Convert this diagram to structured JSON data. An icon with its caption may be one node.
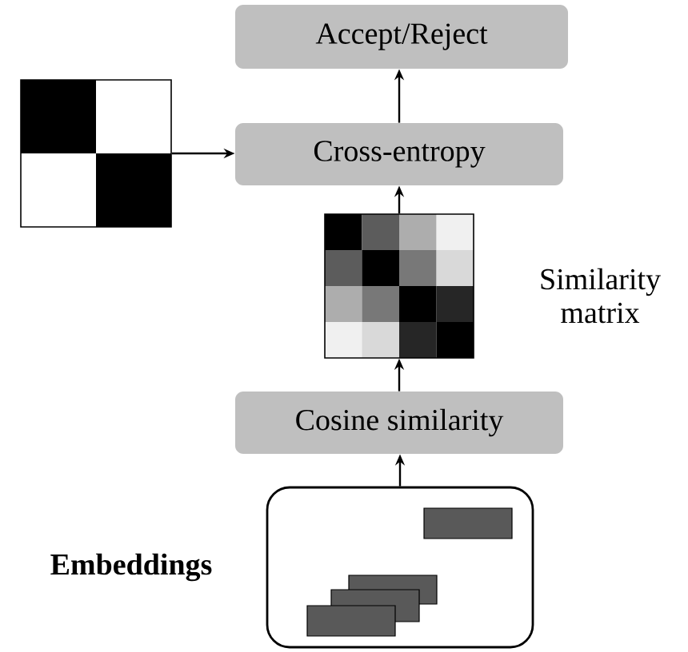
{
  "diagram": {
    "nodes": [
      {
        "text": [
          "Accept/Reject"
        ]
      },
      {
        "text": [
          "Cross-entropy"
        ]
      },
      {
        "text": [],
        "shape": "picture"
      },
      {
        "text": [],
        "shape": "picture",
        "beside": [
          "Similarity matrix"
        ]
      },
      {
        "text": [
          "Cosine similarity"
        ]
      },
      {
        "text": [],
        "shape": "box",
        "beside": [
          "Embeddings"
        ]
      }
    ],
    "edges": [
      {
        "from": 1,
        "to": 0,
        "arrow": "to"
      },
      {
        "from": 2,
        "to": 1,
        "arrow": "to"
      },
      {
        "from": 3,
        "to": 1,
        "arrow": "to"
      },
      {
        "from": 4,
        "to": 3,
        "arrow": "to"
      },
      {
        "from": 5,
        "to": 4,
        "arrow": "to"
      }
    ]
  }
}
